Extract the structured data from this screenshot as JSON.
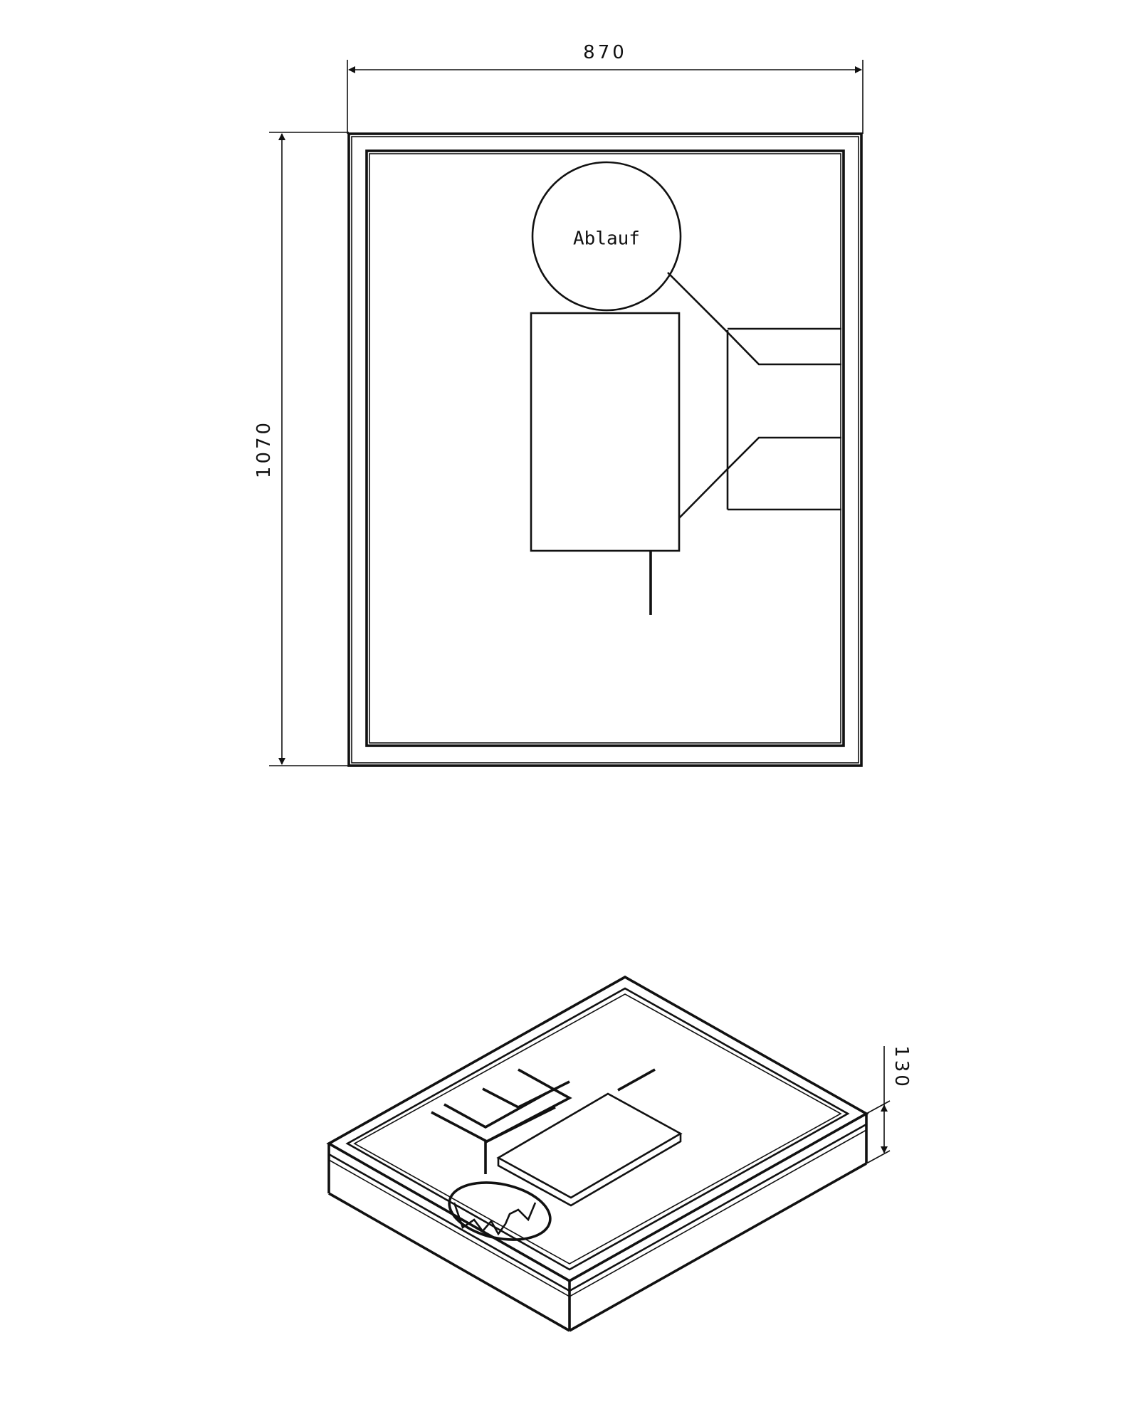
{
  "dimensions": {
    "width": "870",
    "length": "1070",
    "height": "130"
  },
  "labels": {
    "drain": "Ablauf"
  }
}
